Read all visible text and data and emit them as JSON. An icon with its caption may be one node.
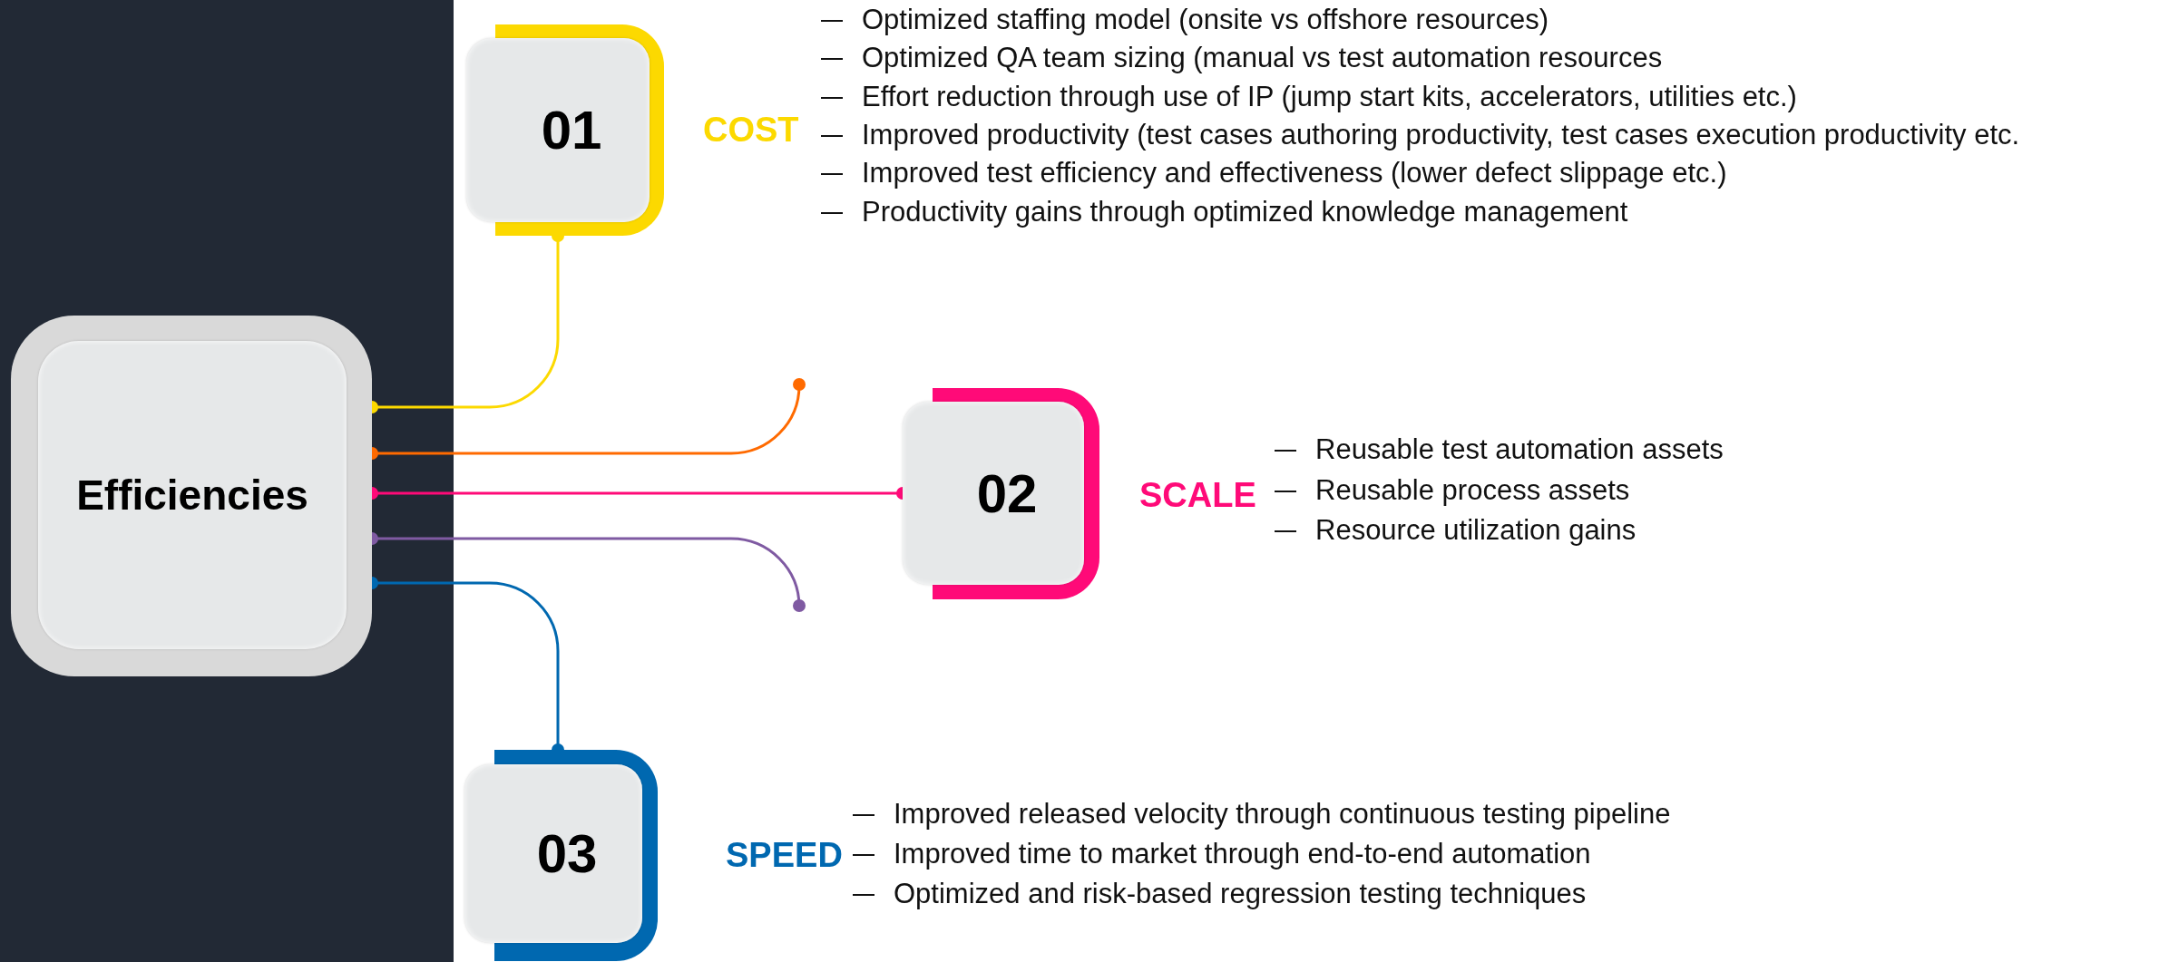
{
  "diagram": {
    "nodes": [
      {
        "text": [
          "Efficiencies"
        ]
      },
      {
        "text": [
          "01"
        ],
        "beside": [
          "COST",
          "Optimized staffing model (onsite vs offshore resources)",
          "Optimized QA team sizing (manual vs test automation resources",
          "Effort reduction through use of IP (jump start kits, accelerators, utilities etc.)",
          "Improved productivity (test cases authoring productivity, test cases execution productivity etc.",
          "Improved test efficiency and effectiveness (lower defect slippage etc.)",
          "Productivity gains through optimized knowledge management"
        ]
      },
      {
        "text": [
          "02"
        ],
        "beside": [
          "SCALE",
          "Reusable test automation assets",
          "Reusable process assets",
          "Resource utilization gains"
        ]
      },
      {
        "text": [
          "03"
        ],
        "beside": [
          "SPEED",
          "Improved released velocity through continuous testing pipeline",
          "Improved time to market through end-to-end automation",
          "Optimized and risk-based regression testing techniques"
        ]
      }
    ],
    "edges": [
      {
        "from": 0,
        "to": 1,
        "arrow": "other",
        "color": "#fcd900"
      },
      {
        "from": 0,
        "to": null,
        "arrow": "other",
        "color": "#ff6a00"
      },
      {
        "from": 0,
        "to": 2,
        "arrow": "other",
        "color": "#ff0a78"
      },
      {
        "from": 0,
        "to": null,
        "arrow": "other",
        "color": "#7f5aa2"
      },
      {
        "from": 0,
        "to": 3,
        "arrow": "other",
        "color": "#0068b0"
      }
    ]
  }
}
